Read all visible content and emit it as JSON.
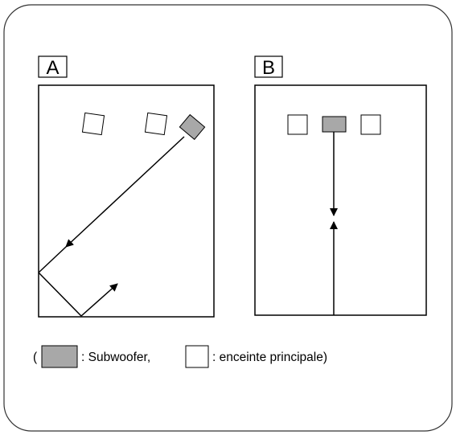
{
  "panel_a": {
    "label": "A"
  },
  "panel_b": {
    "label": "B"
  },
  "legend": {
    "open_paren": "(",
    "subwoofer_text": ": Subwoofer,",
    "speaker_text": ": enceinte principale)"
  },
  "colors": {
    "subwoofer_fill": "#a8a8a8",
    "speaker_fill": "#ffffff",
    "stroke": "#000000",
    "frame_border": "#333333"
  }
}
